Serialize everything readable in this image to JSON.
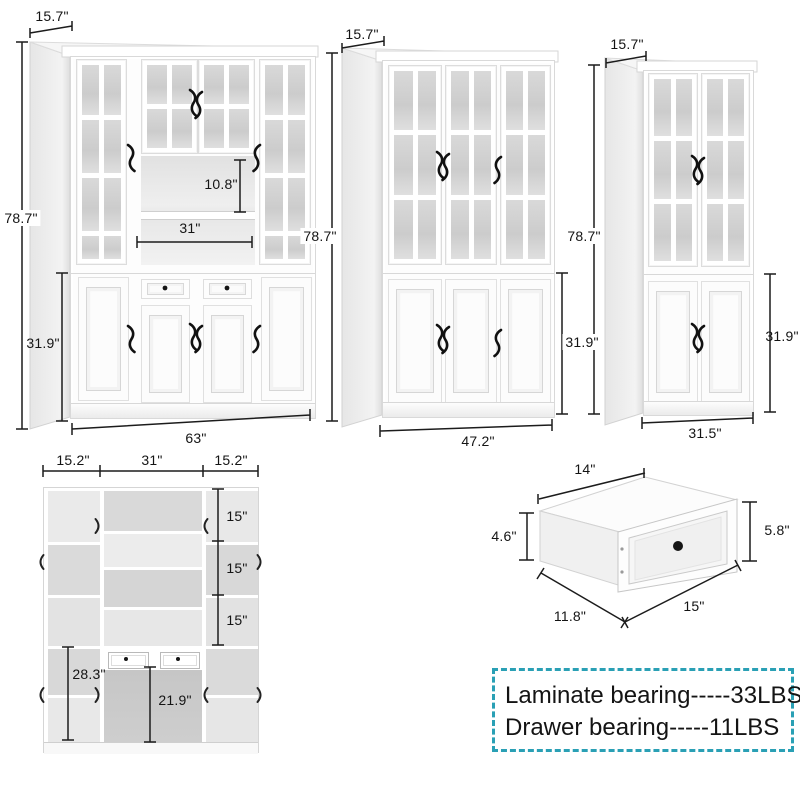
{
  "figure": {
    "background": "#ffffff",
    "line_color": "#1c1c1c",
    "accent_teal": "#2aa0b5"
  },
  "cabinets": [
    {
      "id": "cabinet-63",
      "depth": "15.7\"",
      "height": "78.7\"",
      "upper_opening_height": "10.8\"",
      "upper_opening_width": "31\"",
      "lower_height": "31.9\"",
      "width": "63\""
    },
    {
      "id": "cabinet-47",
      "depth": "15.7\"",
      "height": "78.7\"",
      "lower_height": "31.9\"",
      "width": "47.2\""
    },
    {
      "id": "cabinet-31",
      "depth": "15.7\"",
      "height": "78.7\"",
      "lower_height": "31.9\"",
      "width": "31.5\""
    }
  ],
  "interior_view": {
    "column_widths": [
      "15.2\"",
      "31\"",
      "15.2\""
    ],
    "shelf_spacings": [
      "15\"",
      "15\"",
      "15\""
    ],
    "lower_left_height": "28.3\"",
    "center_opening_height": "21.9\""
  },
  "drawer_view": {
    "top_width": "14\"",
    "side_height": "4.6\"",
    "front_height": "5.8\"",
    "bottom_depth": "11.8\"",
    "front_width": "15\""
  },
  "load_capacity": {
    "lines": [
      "Laminate bearing-----33LBS",
      "Drawer bearing-----11LBS"
    ],
    "border_color": "#2aa0b5"
  }
}
